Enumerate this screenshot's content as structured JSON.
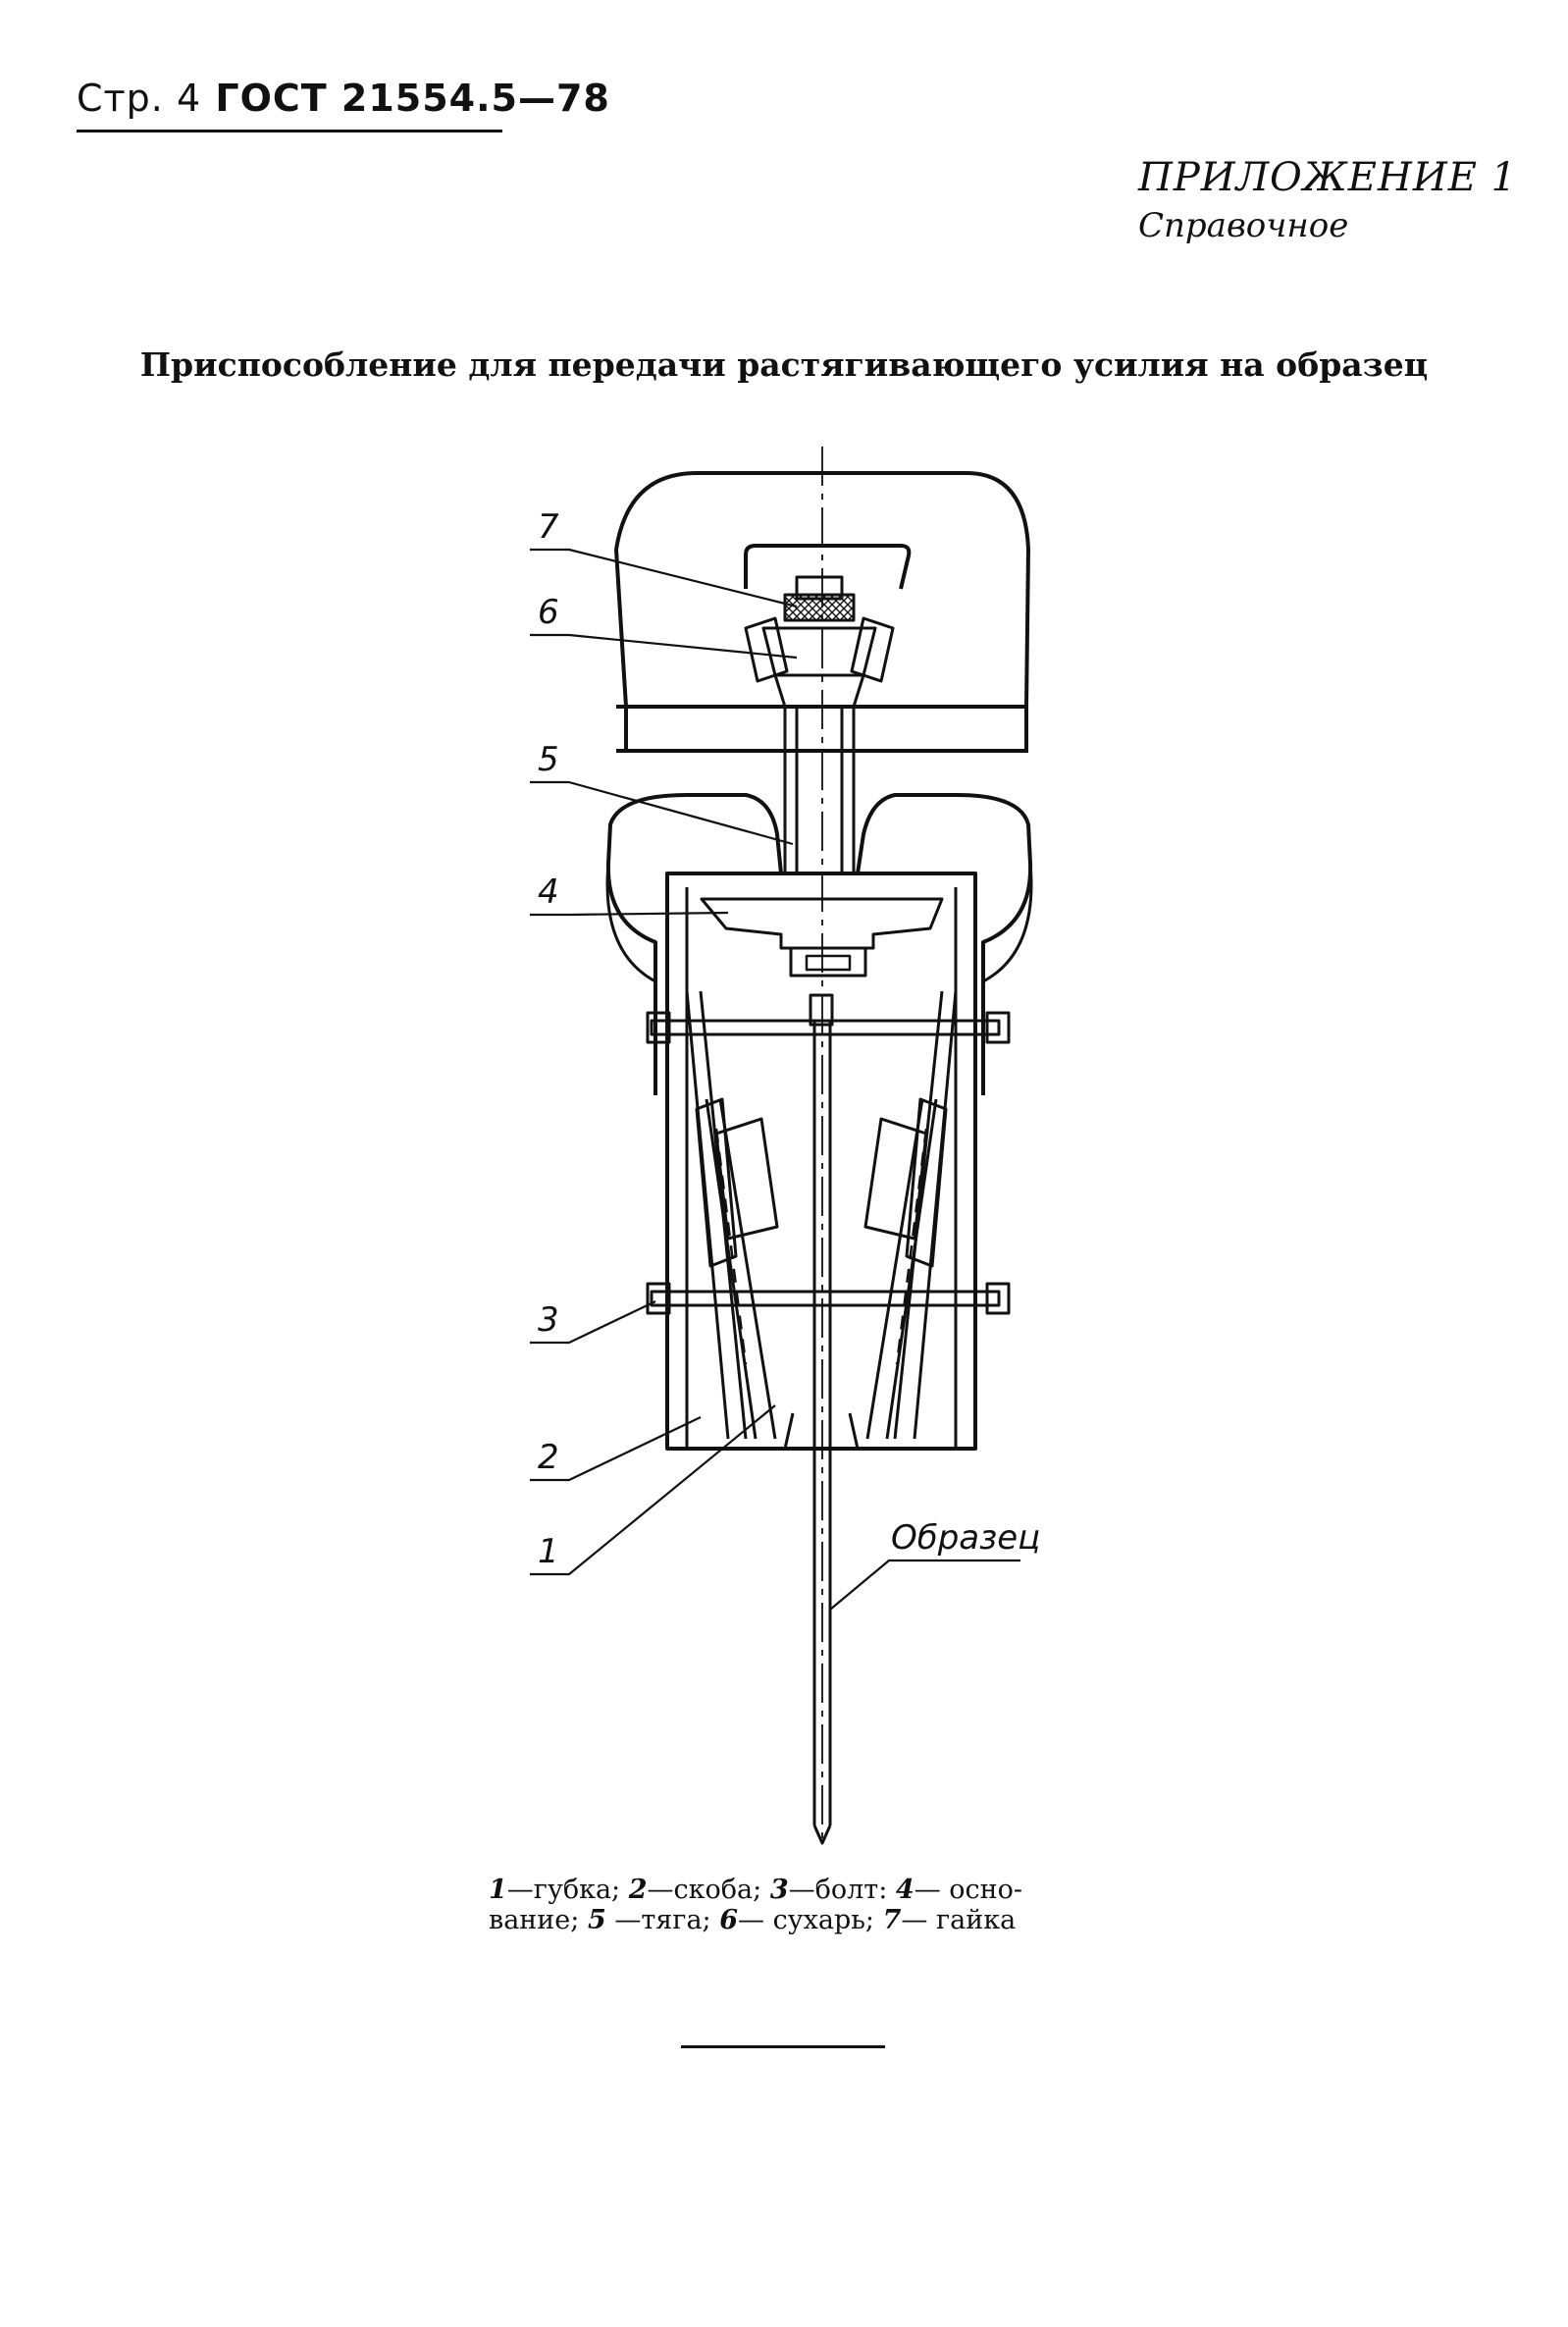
{
  "header": {
    "page_label": "Стр. 4",
    "standard": "ГОСТ 21554.5—78"
  },
  "appendix": {
    "title": "ПРИЛОЖЕНИЕ 1",
    "subtitle": "Справочное"
  },
  "figure": {
    "title": "Приспособление для передачи растягивающего усилия на образец",
    "callouts": [
      "7",
      "6",
      "5",
      "4",
      "3",
      "2",
      "1"
    ],
    "specimen_label": "Образец"
  },
  "legend": [
    {
      "num": "1",
      "text": "—губка; "
    },
    {
      "num": "2",
      "text": "—скоба; "
    },
    {
      "num": "3",
      "text": "—болт: "
    },
    {
      "num": "4",
      "text": "— осно-вание; "
    },
    {
      "num": "5",
      "text": " —тяга; "
    },
    {
      "num": "6",
      "text": "— сухарь; "
    },
    {
      "num": "7",
      "text": "— гайка"
    }
  ]
}
